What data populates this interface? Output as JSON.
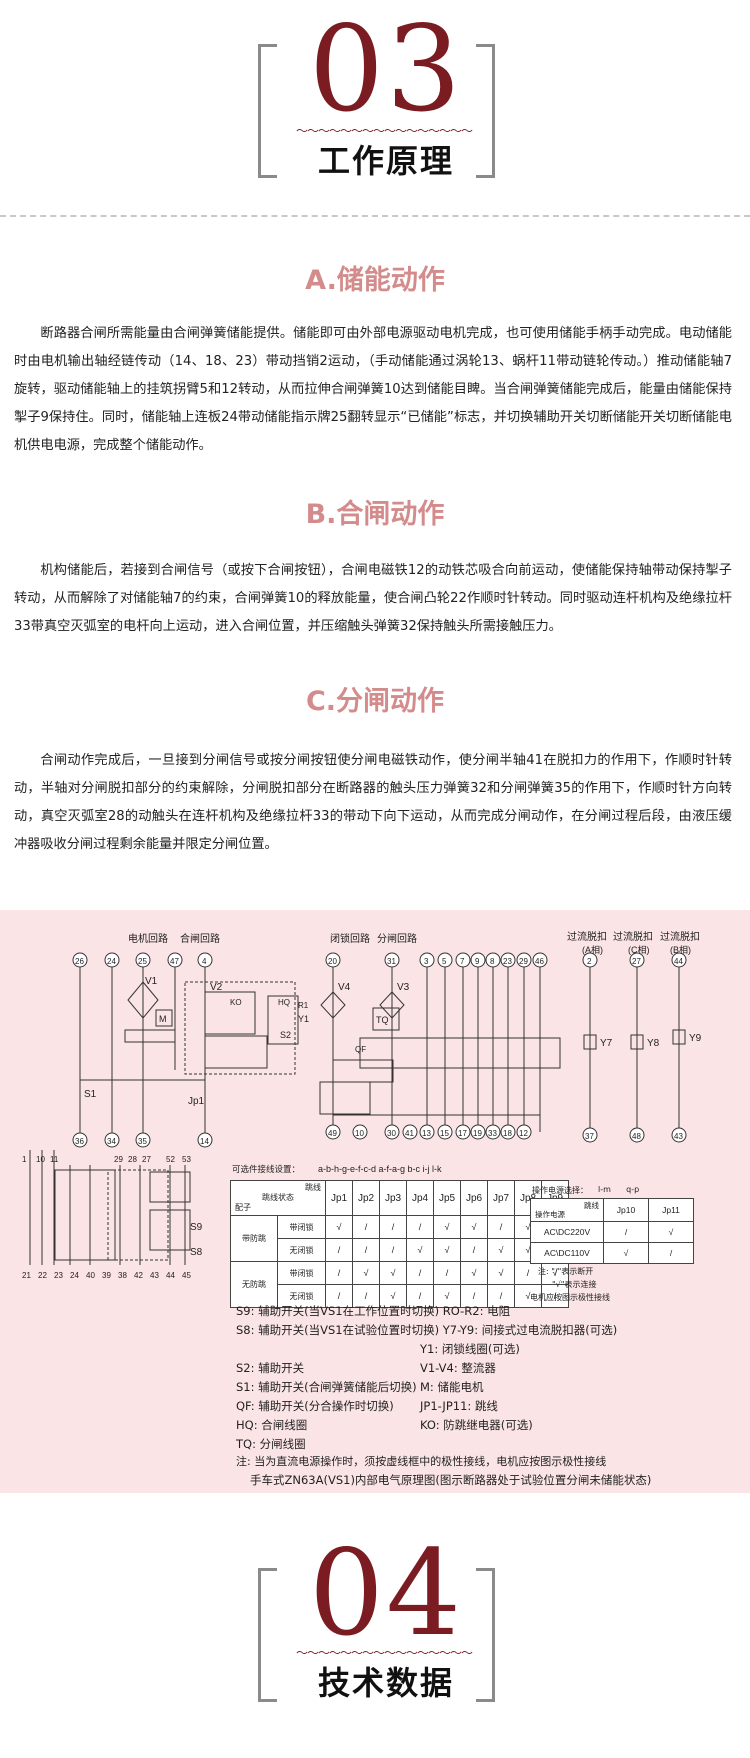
{
  "section03": {
    "number": "03",
    "title": "工作原理"
  },
  "section04": {
    "number": "04",
    "title": "技术数据"
  },
  "sectionA": {
    "title": "A.储能动作",
    "text": "断路器合闸所需能量由合闸弹簧储能提供。储能即可由外部电源驱动电机完成，也可使用储能手柄手动完成。电动储能时由电机输出轴经链传动（14、18、23）带动挡销2运动，（手动储能通过涡轮13、蜗杆11带动链轮传动。）推动储能轴7旋转，驱动储能轴上的挂筑拐臂5和12转动，从而拉伸合闸弹簧10达到储能目睥。当合闸弹簧储能完成后，能量由储能保持掣子9保持住。同时，储能轴上连板24带动储能指示牌25翻转显示“已储能”标志，并切换辅助开关切断储能开关切断储能电机供电电源，完成整个储能动作。"
  },
  "sectionB": {
    "title": "B.合闸动作",
    "text": "机构储能后，若接到合闸信号（或按下合闸按钮），合闸电磁铁12的动铁芯吸合向前运动，使储能保持轴带动保持掣子转动，从而解除了对储能轴7的约束，合闸弹簧10的释放能量，使合闸凸轮22作顺时针转动。同时驱动连杆机构及绝缘拉杆33带真空灭弧室的电杆向上运动，进入合闸位置，并压缩触头弹簧32保持触头所需接触压力。"
  },
  "sectionC": {
    "title": "C.分闸动作",
    "text": "合闸动作完成后，一旦接到分闸信号或按分闸按钮使分闸电磁铁动作，使分闸半轴41在脱扣力的作用下，作顺时针转动，半轴对分闸脱扣部分的约束解除，分闸脱扣部分在断路器的触头压力弹簧32和分闸弹簧35的作用下，作顺时针方向转动，真空灭弧室28的动触头在连杆机构及绝缘拉杆33的带动下向下运动，从而完成分闸动作，在分闸过程后段，由液压缓冲器吸收分闸过程剩余能量并限定分闸位置。"
  },
  "diagram": {
    "labels": {
      "motor_loop": "电机回路",
      "close_loop": "合闸回路",
      "lock_loop": "闭锁回路",
      "open_loop": "分闸回路",
      "trip_a": "过流脱扣",
      "trip_a_phase": "(A相)",
      "trip_c": "过流脱扣",
      "trip_c_phase": "(C相)",
      "trip_b": "过流脱扣",
      "trip_b_phase": "(B相)"
    },
    "top_terminals_1": [
      "26",
      "24",
      "25",
      "47",
      "4"
    ],
    "top_terminals_2": [
      "20",
      "31",
      "3",
      "5",
      "7",
      "9",
      "8",
      "23",
      "29",
      "46"
    ],
    "top_terminals_3": [
      "2",
      "27",
      "44"
    ],
    "bottom_terminals_1": [
      "36",
      "34",
      "35",
      "14"
    ],
    "bottom_terminals_2": [
      "49",
      "10",
      "30",
      "41",
      "13",
      "15",
      "17",
      "19",
      "33",
      "18",
      "12"
    ],
    "bottom_terminals_3": [
      "37",
      "48",
      "43"
    ],
    "devices": {
      "v1": "V1",
      "v2": "V2",
      "v3": "V3",
      "v4": "V4",
      "m": "M",
      "tq": "TQ",
      "y1": "Y1",
      "y7": "Y7",
      "y8": "Y8",
      "y9": "Y9",
      "s1": "S1",
      "s2": "S2",
      "s8": "S8",
      "s9": "S9",
      "jp1": "Jp1",
      "qf": "QF",
      "ko": "KO",
      "hq": "HQ",
      "r1": "R1"
    },
    "lower_left_terminals": [
      "1",
      "10",
      "11",
      "29",
      "28",
      "27",
      "52",
      "53"
    ],
    "lower_left_bottom": [
      "21",
      "22",
      "23",
      "24",
      "40",
      "39",
      "38",
      "42",
      "43",
      "44",
      "45"
    ],
    "config_title": "可选件接线设置：",
    "config_letters": "a-b-h-g-e-f-c-d  a-f-a-g  b-c  i-j  l-k",
    "jp_table": {
      "corner_top": "跳线",
      "corner_mid": "跳线状态",
      "corner_bottom": "配子",
      "cols": [
        "Jp1",
        "Jp2",
        "Jp3",
        "Jp4",
        "Jp5",
        "Jp6",
        "Jp7",
        "Jp8",
        "Jp9"
      ],
      "groups": [
        {
          "name": "带防跳",
          "rows": [
            {
              "label": "带闭锁",
              "cells": [
                "√",
                "/",
                "/",
                "/",
                "√",
                "√",
                "/",
                "√",
                "√"
              ]
            },
            {
              "label": "无闭锁",
              "cells": [
                "/",
                "/",
                "/",
                "√",
                "√",
                "/",
                "√",
                "√",
                "/"
              ]
            }
          ]
        },
        {
          "name": "无防跳",
          "rows": [
            {
              "label": "带闭锁",
              "cells": [
                "/",
                "√",
                "√",
                "/",
                "/",
                "√",
                "√",
                "/",
                "√"
              ]
            },
            {
              "label": "无闭锁",
              "cells": [
                "/",
                "/",
                "√",
                "/",
                "√",
                "/",
                "/",
                "√",
                "/"
              ]
            }
          ]
        }
      ]
    },
    "op_table": {
      "title": "操作电源选择：",
      "letters": "l-m      q-p",
      "corner_top": "跳线",
      "corner_bottom": "操作电源",
      "cols": [
        "Jp10",
        "Jp11"
      ],
      "rows": [
        {
          "label": "AC\\DC220V",
          "cells": [
            "/",
            "√"
          ]
        },
        {
          "label": "AC\\DC110V",
          "cells": [
            "√",
            "/"
          ]
        }
      ],
      "note1": "注: \"/\"表示断开",
      "note2": "\"√\"表示连接",
      "note3": "电机应按图示极性接线"
    },
    "legend": {
      "l1": "S9: 辅助开关(当VS1在工作位置时切换) RO-R2: 电阻",
      "l2": "S8: 辅助开关(当VS1在试验位置时切换) Y7-Y9: 间接式过电流脱扣器(可选)",
      "l3": "Y1: 闭锁线圈(可选)",
      "l4a": "S2: 辅助开关",
      "l4b": "V1-V4: 整流器",
      "l5a": "S1: 辅助开关(合闸弹簧储能后切换)",
      "l5b": "M: 储能电机",
      "l6a": "QF: 辅助开关(分合操作时切换)",
      "l6b": "JP1-JP11: 跳线",
      "l7a": "HQ: 合闸线圈",
      "l7b": "KO: 防跳继电器(可选)",
      "l8": "TQ: 分闸线圈",
      "note": "注: 当为直流电源操作时，须按虚线框中的极性接线，电机应按图示极性接线",
      "caption": "手车式ZN63A(VS1)内部电气原理图(图示断路器处于试验位置分闸未储能状态)"
    }
  }
}
